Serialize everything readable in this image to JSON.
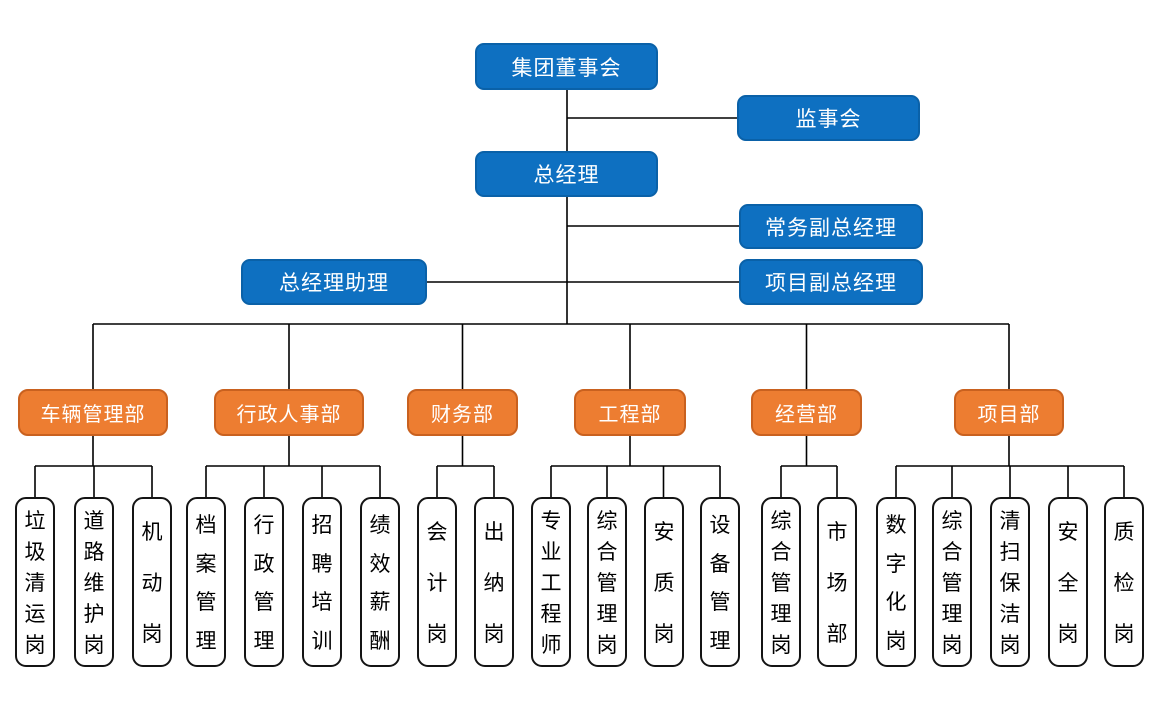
{
  "colors": {
    "node_blue": "#0e70c1",
    "node_blue_border": "#0a61a8",
    "node_orange": "#ed7d31",
    "node_orange_border": "#c9611f",
    "leaf_border": "#141414",
    "connector": "#000000"
  },
  "org": {
    "board": "集团董事会",
    "supervisory": "监事会",
    "general_manager": "总经理",
    "executive_deputy_gm": "常务副总经理",
    "gm_assistant": "总经理助理",
    "project_deputy_gm": "项目副总经理",
    "departments": [
      {
        "label": "车辆管理部",
        "children": [
          "垃圾清运岗",
          "道路维护岗",
          "机动岗"
        ]
      },
      {
        "label": "行政人事部",
        "children": [
          "档案管理",
          "行政管理",
          "招聘培训",
          "绩效薪酬"
        ]
      },
      {
        "label": "财务部",
        "children": [
          "会计岗",
          "出纳岗"
        ]
      },
      {
        "label": "工程部",
        "children": [
          "专业工程师",
          "综合管理岗",
          "安质岗",
          "设备管理"
        ]
      },
      {
        "label": "经营部",
        "children": [
          "综合管理岗",
          "市场部"
        ]
      },
      {
        "label": "项目部",
        "children": [
          "数字化岗",
          "综合管理岗",
          "清扫保洁岗",
          "安全岗",
          "质检岗"
        ]
      }
    ]
  }
}
